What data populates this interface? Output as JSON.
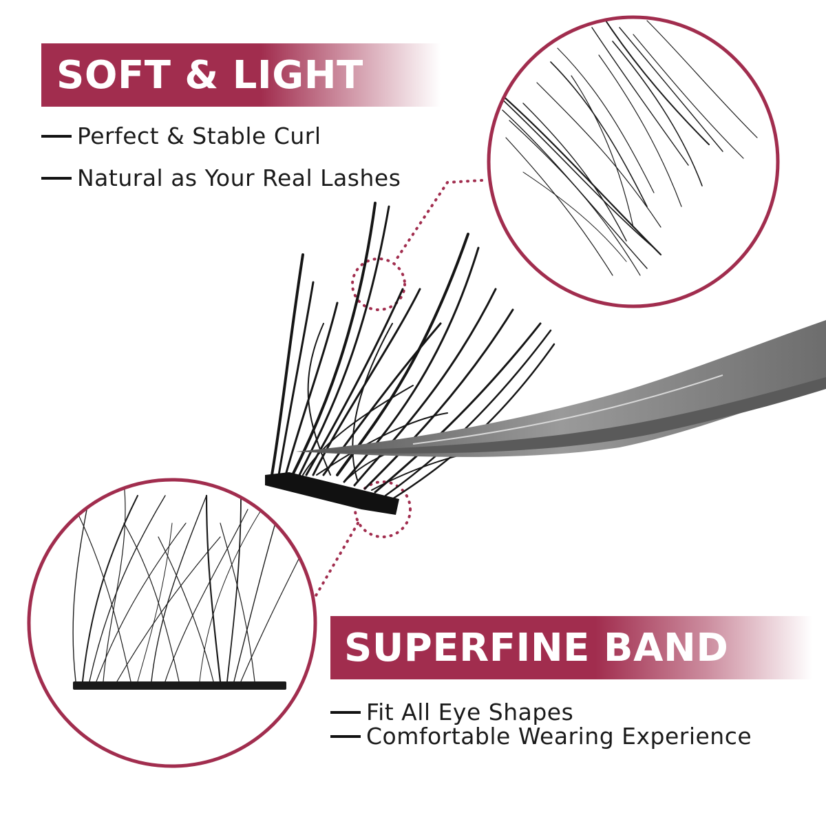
{
  "top": {
    "title": "SOFT & LIGHT",
    "features": [
      "Perfect & Stable Curl",
      "Natural as Your Real Lashes"
    ]
  },
  "bottom": {
    "title": "SUPERFINE BAND",
    "features": [
      "Fit All Eye Shapes",
      "Comfortable Wearing Experience"
    ]
  },
  "colors": {
    "accent": "#a12d4e",
    "lash": "#111111",
    "tweezer": "#8a8a8a"
  },
  "icons": [
    "tweezer-illustration",
    "lash-cluster-illustration",
    "zoom-circle-fibers",
    "zoom-circle-band"
  ]
}
